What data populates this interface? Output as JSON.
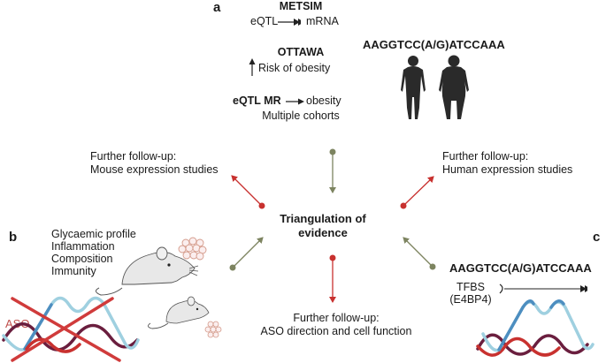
{
  "panels": {
    "a": "a",
    "b": "b",
    "c": "c"
  },
  "panel_a": {
    "metsim_title": "METSIM",
    "metsim_left": "eQTL",
    "metsim_right": "mRNA",
    "ottawa_title": "OTTAWA",
    "ottawa_text": "Risk of obesity",
    "mr_left": "eQTL MR",
    "mr_right": "obesity",
    "mr_sub": "Multiple cohorts",
    "sequence": "AAGGTCC(A/G)ATCCAAA",
    "figures": [
      "lean-human-silhouette",
      "obese-human-silhouette"
    ]
  },
  "center": {
    "line1": "Triangulation of",
    "line2": "evidence"
  },
  "followups": {
    "mouse": {
      "line1": "Further follow-up:",
      "line2": "Mouse expression studies"
    },
    "human": {
      "line1": "Further follow-up:",
      "line2": "Human expression studies"
    },
    "aso": {
      "line1": "Further follow-up:",
      "line2": "ASO direction and cell function"
    }
  },
  "panel_b": {
    "traits": [
      "Glycaemic profile",
      "Inflammation",
      "Composition",
      "Immunity"
    ],
    "aso_label": "ASO"
  },
  "panel_c": {
    "sequence": "AAGGTCC(A/G)ATCCAAA",
    "tfbs_line1": "TFBS",
    "tfbs_line2": "(E4BP4)"
  },
  "colors": {
    "red_arrow": "#c8312f",
    "green_arrow": "#7d8460",
    "dna_light": "#9fd0e0",
    "dna_blue": "#4d8ec0",
    "dna_red": "#c8312f",
    "dna_dark": "#6a1e3e",
    "silhouette": "#2a2a2a"
  }
}
